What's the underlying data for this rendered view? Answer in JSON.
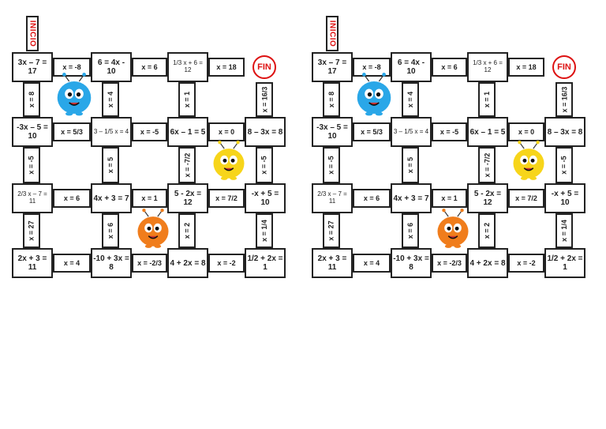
{
  "colors": {
    "start": "#d11",
    "monster_blue": "#2aa7e8",
    "monster_yellow": "#f7d51a",
    "monster_orange": "#f07d1c"
  },
  "inicio": "INICIO",
  "fin": "FIN",
  "boards": [
    {
      "rows": [
        [
          "3x – 7 = 17",
          "6 = 4x - 10",
          "1/3 x + 6 = 12",
          "FIN"
        ],
        [
          "-3x – 5 = 10",
          "3 – 1/5 x = 4",
          "6x – 1 = 5",
          "8 – 3x = 8"
        ],
        [
          "2/3 x – 7 = 11",
          "4x + 3 = 7",
          "5 - 2x = 12",
          "-x + 5 = 10"
        ],
        [
          "2x + 3 = 11",
          "-10 + 3x = 8",
          "4 + 2x = 8",
          "1/2 + 2x = 1"
        ]
      ],
      "h": [
        [
          "x = -8",
          "x = 6",
          "x = 18"
        ],
        [
          "x = 5/3",
          "x = -5",
          "x = 0"
        ],
        [
          "x = 6",
          "x = 1",
          "x = 7/2"
        ],
        [
          "x = 4",
          "x = -2/3",
          "x = -2"
        ]
      ],
      "v": [
        [
          "x = 8",
          "x = 4",
          "x = 1",
          "x = 16/3"
        ],
        [
          "x = -5",
          "x = 5",
          "x = -7/2",
          "x = -5"
        ],
        [
          "x = 27",
          "x = 6",
          "x = 2",
          "x = 1/4"
        ]
      ]
    },
    {
      "rows": [
        [
          "3x – 7 = 17",
          "6 = 4x - 10",
          "1/3 x + 6 = 12",
          "FIN"
        ],
        [
          "-3x – 5 = 10",
          "3 – 1/5 x = 4",
          "6x – 1 = 5",
          "8 – 3x = 8"
        ],
        [
          "2/3 x – 7 = 11",
          "4x + 3 = 7",
          "5 - 2x = 12",
          "-x + 5 = 10"
        ],
        [
          "2x + 3 = 11",
          "-10 + 3x = 8",
          "4 + 2x = 8",
          "1/2 + 2x = 1"
        ]
      ],
      "h": [
        [
          "x = -8",
          "x = 6",
          "x = 18"
        ],
        [
          "x = 5/3",
          "x = -5",
          "x = 0"
        ],
        [
          "x = 6",
          "x = 1",
          "x = 7/2"
        ],
        [
          "x = 4",
          "x = -2/3",
          "x = -2"
        ]
      ],
      "v": [
        [
          "x = 8",
          "x = 4",
          "x = 1",
          "x = 16/3"
        ],
        [
          "x = -5",
          "x = 5",
          "x = -7/2",
          "x = -5"
        ],
        [
          "x = 27",
          "x = 6",
          "x = 2",
          "x = 1/4"
        ]
      ]
    }
  ]
}
